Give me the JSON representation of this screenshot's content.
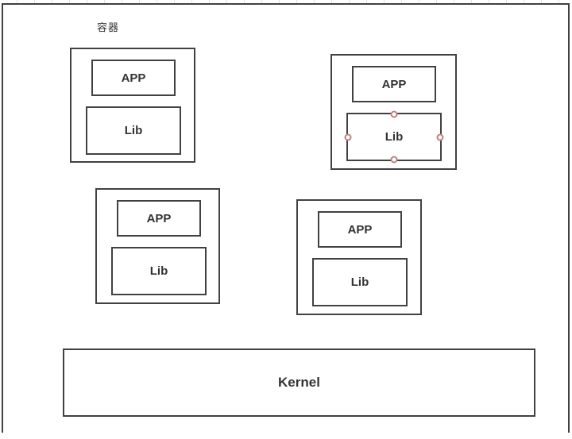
{
  "colors": {
    "stroke": "#414141",
    "text": "#333333",
    "handle_stroke": "#c0807f",
    "handle_fill": "#ffffff",
    "tick": "#e2e2e2"
  },
  "canvas": {
    "label": "容器"
  },
  "containers": [
    {
      "name": "container-top-left",
      "app_label": "APP",
      "lib_label": "Lib"
    },
    {
      "name": "container-top-right",
      "app_label": "APP",
      "lib_label": "Lib",
      "lib_selected": true
    },
    {
      "name": "container-bottom-left",
      "app_label": "APP",
      "lib_label": "Lib"
    },
    {
      "name": "container-bottom-right",
      "app_label": "APP",
      "lib_label": "Lib"
    }
  ],
  "kernel": {
    "label": "Kernel"
  }
}
